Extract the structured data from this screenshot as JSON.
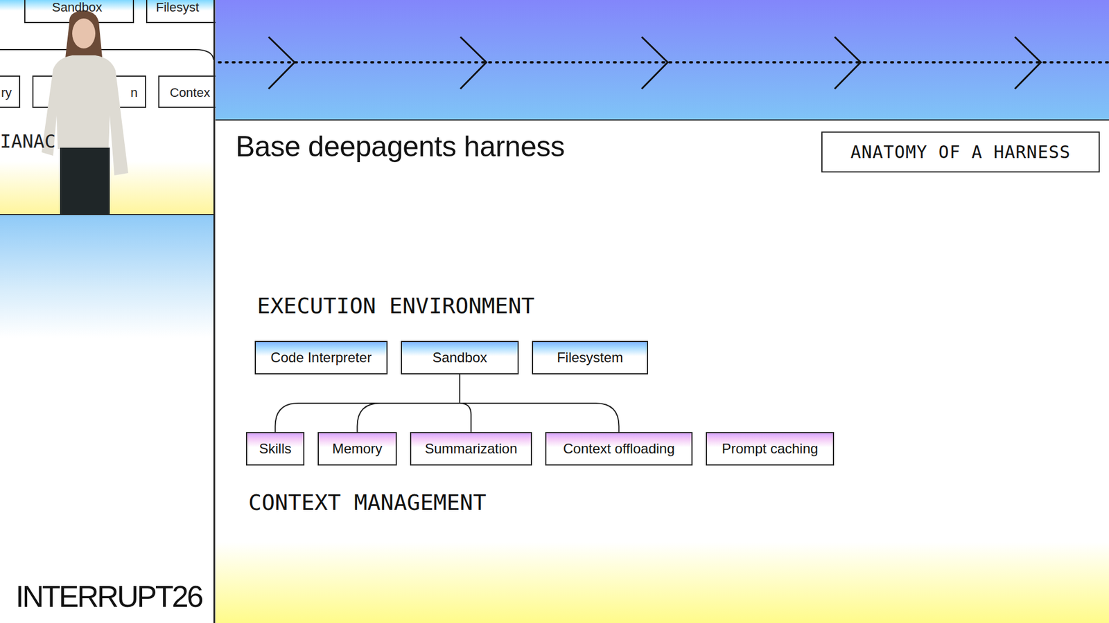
{
  "diagram": {
    "title": "Base deepagents harness",
    "nodes": [
      {
        "text": [
          "ANATOMY OF A HARNESS"
        ]
      },
      {
        "text": [
          "Code Interpreter"
        ]
      },
      {
        "text": [
          "Sandbox"
        ]
      },
      {
        "text": [
          "Filesystem"
        ]
      },
      {
        "text": [
          "Skills"
        ]
      },
      {
        "text": [
          "Memory"
        ]
      },
      {
        "text": [
          "Summarization"
        ]
      },
      {
        "text": [
          "Context offloading"
        ]
      },
      {
        "text": [
          "Prompt caching"
        ]
      }
    ],
    "edges": [
      {
        "from": 2,
        "to": 4,
        "arrow": "none"
      },
      {
        "from": 2,
        "to": 5,
        "arrow": "none"
      },
      {
        "from": 2,
        "to": 6,
        "arrow": "none"
      },
      {
        "from": 2,
        "to": 7,
        "arrow": "none"
      }
    ],
    "labels": [
      "EXECUTION ENVIRONMENT",
      "CONTEXT MANAGEMENT",
      "INTERRUPT26",
      "Sandbox",
      "Filesyst",
      "ry",
      "n",
      "Contex",
      "IANAC"
    ]
  }
}
